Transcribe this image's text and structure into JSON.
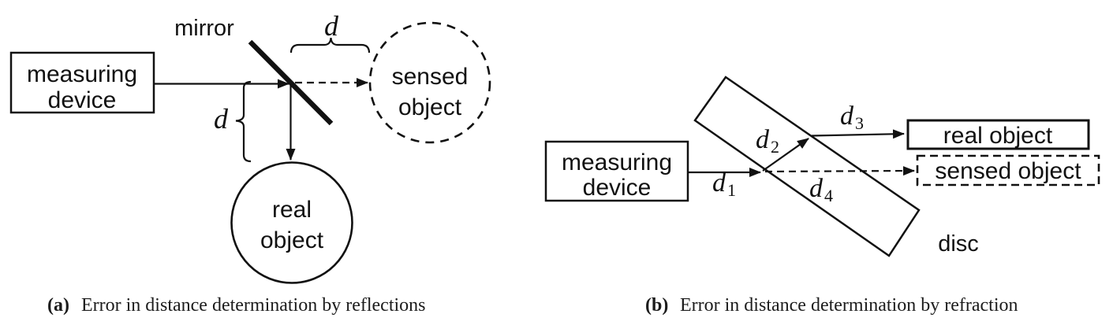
{
  "figure_a": {
    "mirror_label": "mirror",
    "device_line1": "measuring",
    "device_line2": "device",
    "sensed_line1": "sensed",
    "sensed_line2": "object",
    "real_line1": "real",
    "real_line2": "object",
    "d_top": "d",
    "d_side": "d",
    "caption_label": "(a)",
    "caption_text": "Error in distance determination by reflections"
  },
  "figure_b": {
    "device_line1": "measuring",
    "device_line2": "device",
    "real_object_label": "real object",
    "sensed_object_label": "sensed object",
    "disc_label": "disc",
    "d1_base": "d",
    "d1_sub": "1",
    "d2_base": "d",
    "d2_sub": "2",
    "d3_base": "d",
    "d3_sub": "3",
    "d4_base": "d",
    "d4_sub": "4",
    "caption_label": "(b)",
    "caption_text": "Error in distance determination by refraction"
  },
  "colors": {
    "ink": "#111111",
    "background": "#ffffff"
  }
}
